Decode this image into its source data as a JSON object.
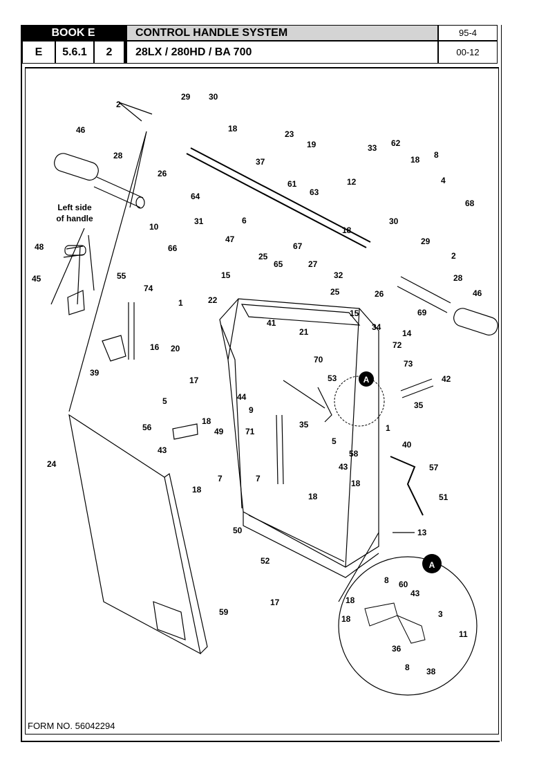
{
  "header": {
    "book": "BOOK E",
    "section_letter": "E",
    "section_number": "5.6.1",
    "sub_number": "2",
    "title": "CONTROL HANDLE SYSTEM",
    "models": "28LX / 280HD / BA 700",
    "page": "95-4",
    "date": "00-12"
  },
  "diagram": {
    "note_left_side": [
      "Left side",
      "of handle"
    ],
    "detail_marker": "A",
    "part_labels": [
      "2",
      "29",
      "30",
      "18",
      "46",
      "28",
      "26",
      "64",
      "23",
      "19",
      "33",
      "62",
      "18",
      "8",
      "12",
      "4",
      "68",
      "37",
      "61",
      "63",
      "Left side",
      "10",
      "31",
      "6",
      "48",
      "45",
      "66",
      "47",
      "25",
      "65",
      "67",
      "27",
      "32",
      "25",
      "15",
      "15",
      "18",
      "30",
      "29",
      "2",
      "26",
      "28",
      "46",
      "69",
      "14",
      "55",
      "74",
      "1",
      "22",
      "41",
      "21",
      "34",
      "72",
      "73",
      "39",
      "16",
      "20",
      "70",
      "53",
      "42",
      "35",
      "17",
      "44",
      "9",
      "35",
      "5",
      "71",
      "1",
      "18",
      "56",
      "49",
      "5",
      "40",
      "43",
      "58",
      "43",
      "18",
      "24",
      "7",
      "18",
      "57",
      "51",
      "7",
      "18",
      "50",
      "13",
      "52",
      "17",
      "8",
      "60",
      "43",
      "18",
      "18",
      "3",
      "11",
      "36",
      "8",
      "38",
      "59"
    ]
  },
  "footer": {
    "form_no": "FORM NO. 56042294"
  }
}
